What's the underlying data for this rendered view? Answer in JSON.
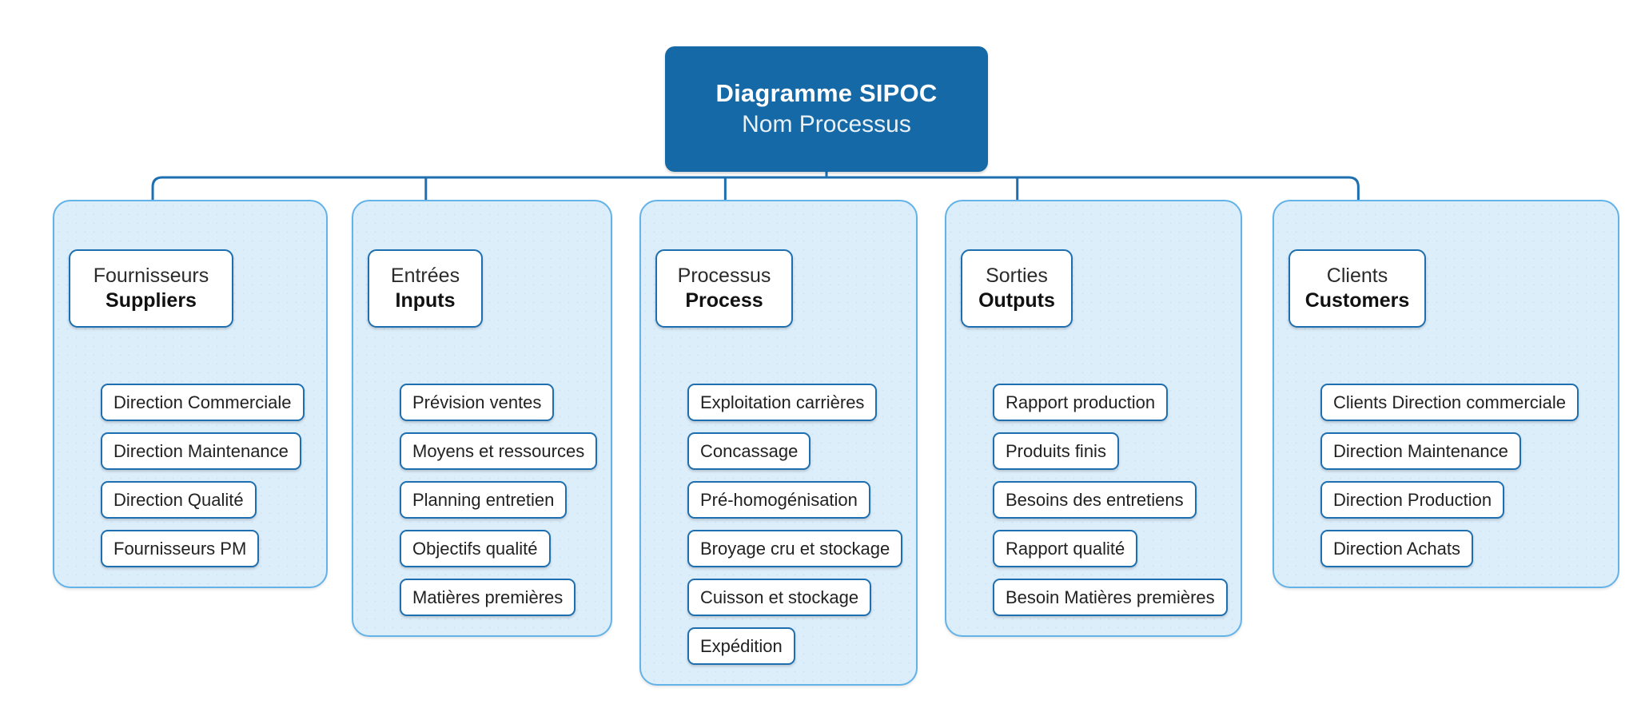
{
  "title": {
    "main": "Diagramme SIPOC",
    "subtitle": "Nom Processus"
  },
  "colors": {
    "title_bg": "#1569A6",
    "panel_fill": "#ddeefb",
    "panel_border": "#63b3e8",
    "node_border": "#1d6fb0",
    "node_fill": "#ffffff",
    "connector": "#1d6fb0",
    "text": "#222222"
  },
  "columns": [
    {
      "key": "suppliers",
      "header_fr": "Fournisseurs",
      "header_en": "Suppliers",
      "items": [
        "Direction Commerciale",
        "Direction Maintenance",
        "Direction Qualité",
        "Fournisseurs PM"
      ]
    },
    {
      "key": "inputs",
      "header_fr": "Entrées",
      "header_en": "Inputs",
      "items": [
        "Prévision ventes",
        "Moyens et ressources",
        "Planning entretien",
        "Objectifs qualité",
        "Matières premières"
      ]
    },
    {
      "key": "process",
      "header_fr": "Processus",
      "header_en": "Process",
      "items": [
        "Exploitation carrières",
        "Concassage",
        "Pré-homogénisation",
        "Broyage cru et stockage",
        "Cuisson et stockage",
        "Expédition"
      ]
    },
    {
      "key": "outputs",
      "header_fr": "Sorties",
      "header_en": "Outputs",
      "items": [
        "Rapport production",
        "Produits finis",
        "Besoins des entretiens",
        "Rapport qualité",
        "Besoin Matières premières"
      ]
    },
    {
      "key": "customers",
      "header_fr": "Clients",
      "header_en": "Customers",
      "items": [
        "Clients Direction commerciale",
        "Direction Maintenance",
        "Direction Production",
        "Direction Achats"
      ]
    }
  ]
}
